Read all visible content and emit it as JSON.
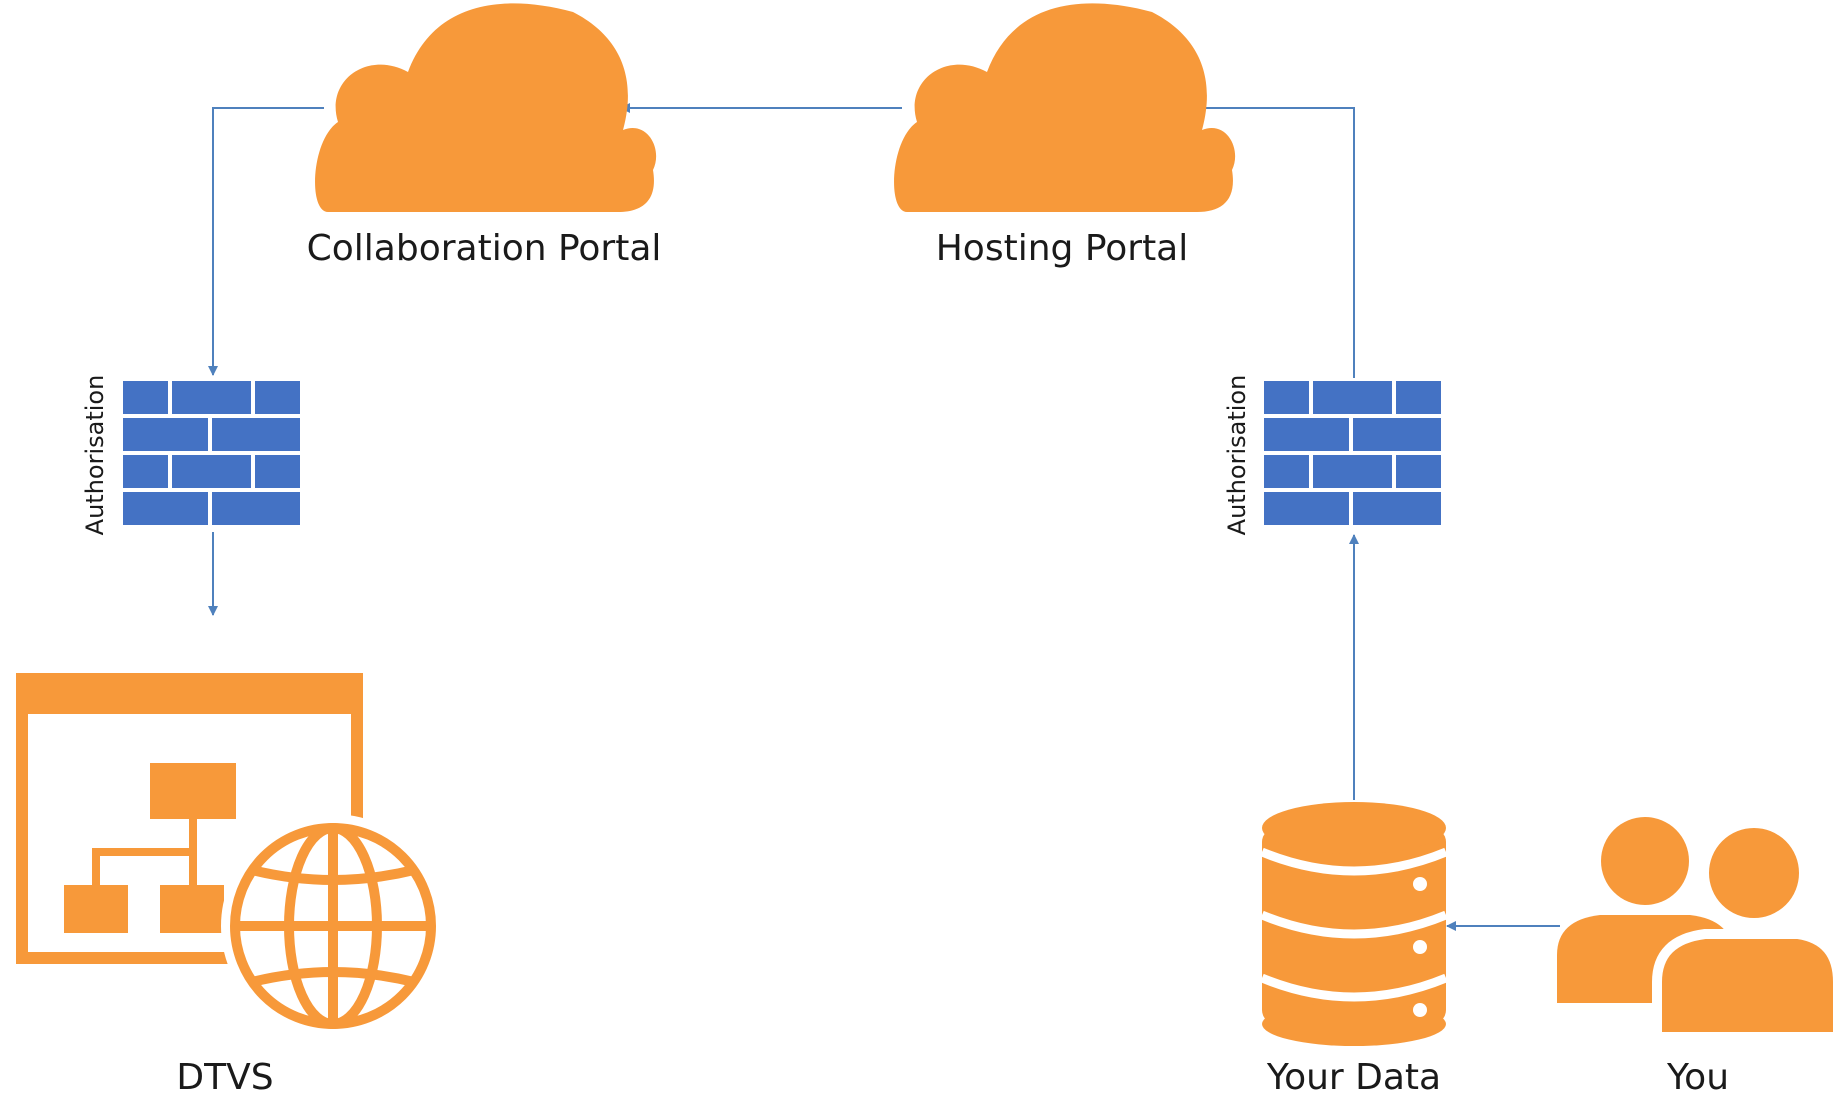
{
  "nodes": {
    "collaboration_portal": {
      "label": "Collaboration Portal",
      "icon": "cloud-icon"
    },
    "hosting_portal": {
      "label": "Hosting Portal",
      "icon": "cloud-icon"
    },
    "firewall_left": {
      "label": "Authorisation",
      "icon": "firewall-icon"
    },
    "firewall_right": {
      "label": "Authorisation",
      "icon": "firewall-icon"
    },
    "dtvs": {
      "label": "DTVS",
      "icon": "web-sitemap-globe-icon"
    },
    "your_data": {
      "label": "Your Data",
      "icon": "database-icon"
    },
    "you": {
      "label": "You",
      "icon": "users-icon"
    }
  },
  "edges": [
    {
      "from": "you",
      "to": "your_data"
    },
    {
      "from": "your_data",
      "to": "firewall_right"
    },
    {
      "from": "firewall_right",
      "to": "hosting_portal"
    },
    {
      "from": "hosting_portal",
      "to": "collaboration_portal"
    },
    {
      "from": "collaboration_portal",
      "to": "firewall_left"
    },
    {
      "from": "firewall_left",
      "to": "dtvs"
    }
  ],
  "colors": {
    "orange": "#F7993A",
    "firewall_blue": "#4472C4",
    "arrow_blue": "#4F81BD"
  }
}
